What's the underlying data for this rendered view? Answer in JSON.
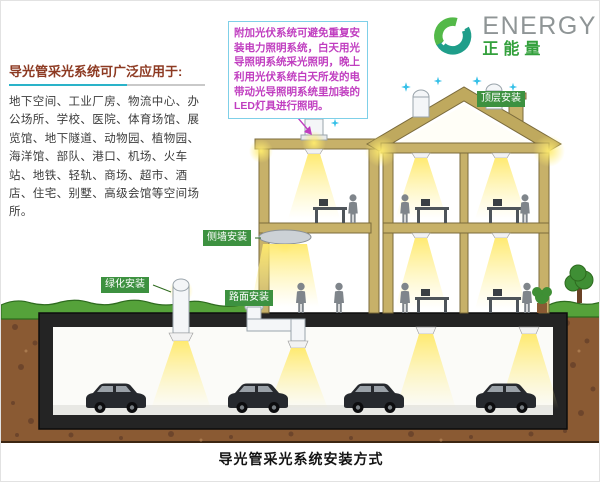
{
  "logo": {
    "name": "ENERGY",
    "subtitle": "正能量"
  },
  "left_panel": {
    "title": "导光管采光系统可广泛应用于:",
    "body": "地下空间、工业厂房、物流中心、办公场所、学校、医院、体育场馆、展览馆、地下隧道、动物园、植物园、海洋馆、部队、港口、机场、火车站、地铁、轻轨、商场、超市、酒店、住宅、别墅、高级会馆等空间场所。"
  },
  "callout": {
    "text": "附加光伏系统可避免重复安装电力照明系统，白天用光导照明系统采光照明，晚上利用光伏系统白天所发的电带动光导照明系统里加装的LED灯具进行照明。"
  },
  "labels": {
    "top": "顶层安装",
    "side": "侧墙安装",
    "green": "绿化安装",
    "road": "路面安装"
  },
  "caption": "导光管采光系统安装方式",
  "colors": {
    "label_bg": "#3d9140",
    "callout_text": "#c03ec0",
    "callout_border": "#7fd0e8",
    "panel_title": "#8d3a22",
    "underline_accent": "#2ab3c9",
    "logo_green": "#33a03c",
    "logo_teal": "#1f9e8a",
    "light_yellow": "#ffe96a",
    "grass_green": "#55a23a",
    "earth_brown": "#8a5a33",
    "structure_tan": "#c7b169"
  }
}
